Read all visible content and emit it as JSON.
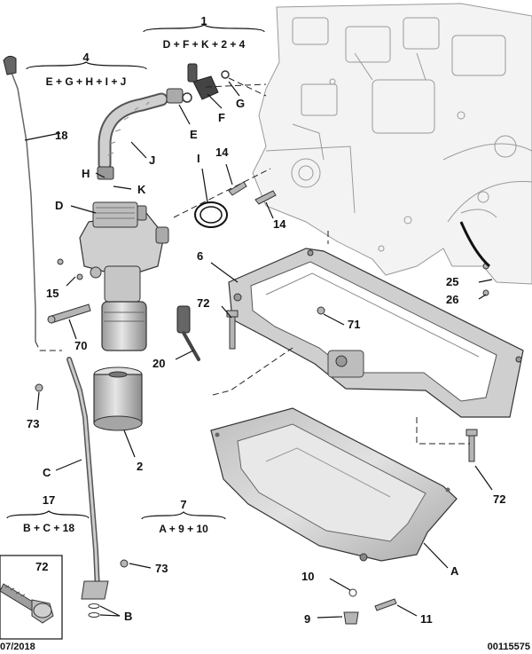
{
  "groups": {
    "g1": {
      "number": "1",
      "formula": "D + F + K + 2 + 4"
    },
    "g4": {
      "number": "4",
      "formula": "E + G + H + I + J"
    },
    "g17": {
      "number": "17",
      "formula": "B + C + 18"
    },
    "g7": {
      "number": "7",
      "formula": "A + 9 + 10"
    }
  },
  "labels": {
    "l18": "18",
    "lH": "H",
    "lK": "K",
    "lD": "D",
    "lJ": "J",
    "lE": "E",
    "lF": "F",
    "lG": "G",
    "lI": "I",
    "l14a": "14",
    "l14b": "14",
    "l6": "6",
    "l15": "15",
    "l72a": "72",
    "l71": "71",
    "l70": "70",
    "l20": "20",
    "l25": "25",
    "l26": "26",
    "l73a": "73",
    "l2": "2",
    "lC": "C",
    "l72b": "72",
    "lA": "A",
    "l10": "10",
    "l73b": "73",
    "lB": "B",
    "l9": "9",
    "l11": "11"
  },
  "inset": {
    "number": "72"
  },
  "footer": {
    "date": "07/2018",
    "ref": "00115575"
  },
  "colors": {
    "line": "#111111",
    "part_fill": "#d9d9d9",
    "part_dark": "#9a9a9a",
    "engine_fill": "#f3f3f3"
  }
}
